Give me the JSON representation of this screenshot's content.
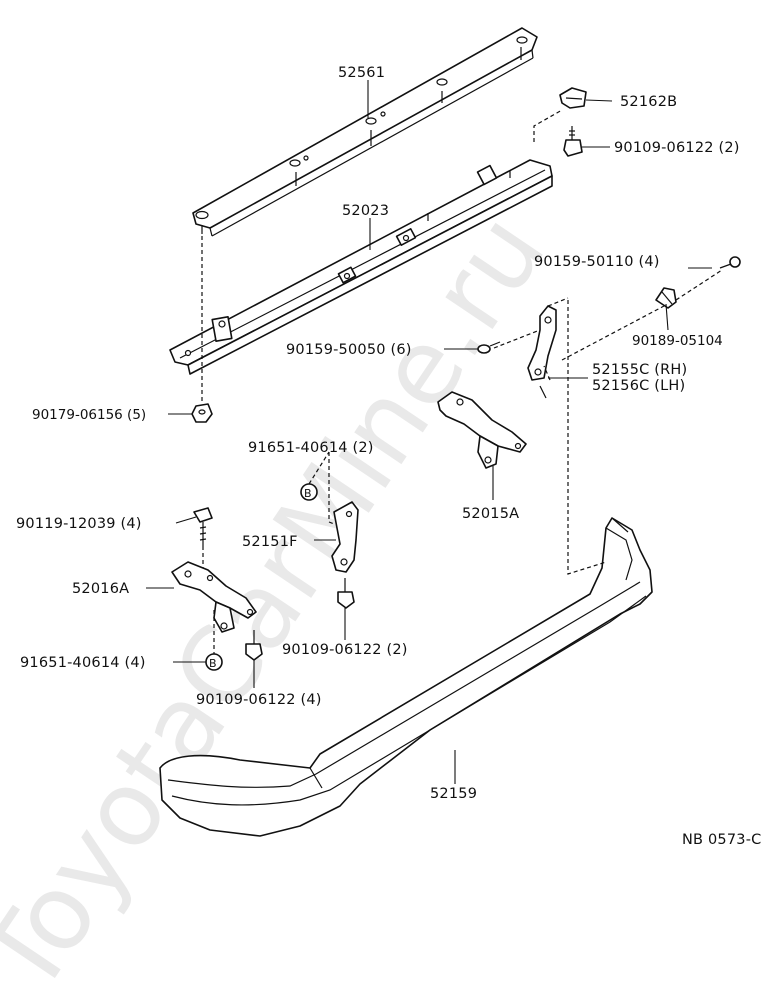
{
  "watermark": "ToyotaCarMine.ru",
  "diagram_code": "NB 0573-C",
  "callouts": {
    "c52561": "52561",
    "c52162b": "52162B",
    "c90109_top": "90109-06122 (2)",
    "c52023": "52023",
    "c90159_50110": "90159-50110 (4)",
    "c90189": "90189-05104",
    "c90159_50050": "90159-50050 (6)",
    "c52155c": "52155C (RH)",
    "c52156c": "52156C (LH)",
    "c90179": "90179-06156 (5)",
    "c91651_top": "91651-40614 (2)",
    "c52015a": "52015A",
    "c90119": "90119-12039 (4)",
    "c52151f": "52151F",
    "c52016a": "52016A",
    "c90109_mid": "90109-06122 (2)",
    "c91651_bottom": "91651-40614 (4)",
    "c90109_bottom": "90109-06122 (4)",
    "c52159": "52159"
  },
  "clip_marker_letter": "B"
}
